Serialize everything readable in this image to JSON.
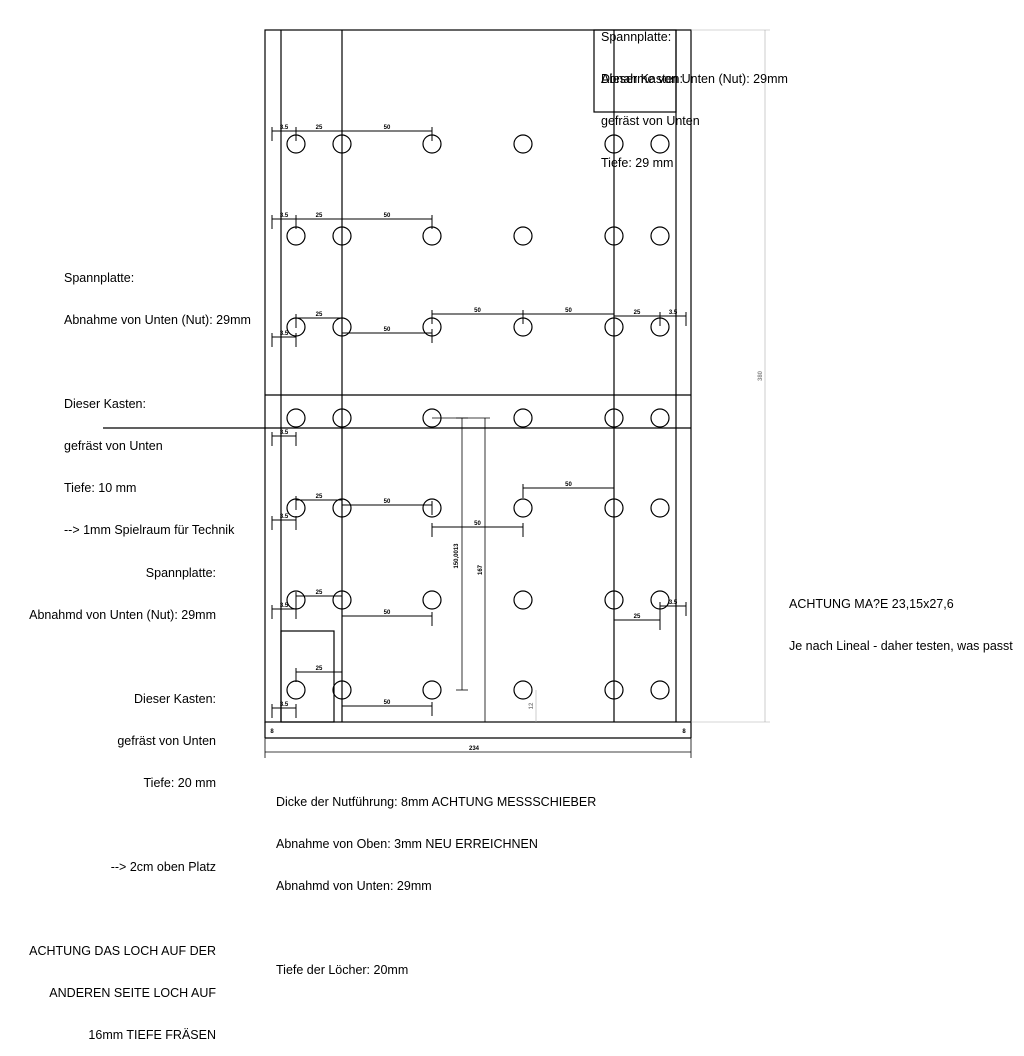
{
  "notes": {
    "top_right": [
      "Spannplatte:",
      "Abnahme von Unten (Nut): 29mm"
    ],
    "top_box": [
      "Dieser Kasten:",
      "gefräst von Unten",
      "Tiefe: 29 mm"
    ],
    "left_upper": [
      "Spannplatte:",
      "Abnahme von Unten (Nut): 29mm",
      "",
      "Dieser Kasten:",
      "gefräst von Unten",
      "Tiefe: 10 mm",
      "--> 1mm Spielraum für Technik"
    ],
    "left_lower": [
      "Spannplatte:",
      "Abnahmd von Unten (Nut): 29mm",
      "",
      "Dieser Kasten:",
      "gefräst von Unten",
      "Tiefe: 20 mm",
      "",
      "--> 2cm oben Platz",
      "",
      "ACHTUNG DAS LOCH AUF DER",
      "ANDEREN SEITE LOCH AUF",
      "16mm TIEFE FRÄSEN"
    ],
    "right_note": [
      "ACHTUNG MA?E 23,15x27,6",
      "Je nach Lineal - daher testen, was passt"
    ],
    "bottom": [
      "Dicke der Nutführung: 8mm ACHTUNG MESSSCHIEBER",
      "Abnahme von Oben: 3mm NEU ERREICHNEN",
      "Abnahmd von Unten: 29mm",
      "",
      "Tiefe der Löcher: 20mm"
    ]
  },
  "dimensions": {
    "d3_5": "3.5",
    "d25": "25",
    "d50": "50",
    "d8": "8",
    "d234": "234",
    "d380": "380",
    "d150": "150,0013",
    "d167": "167",
    "d12": "12"
  },
  "holes": {
    "columns_x": [
      296,
      342,
      432,
      523,
      614,
      660
    ],
    "rows_y": [
      144,
      236,
      327,
      418,
      508,
      600,
      690
    ]
  }
}
